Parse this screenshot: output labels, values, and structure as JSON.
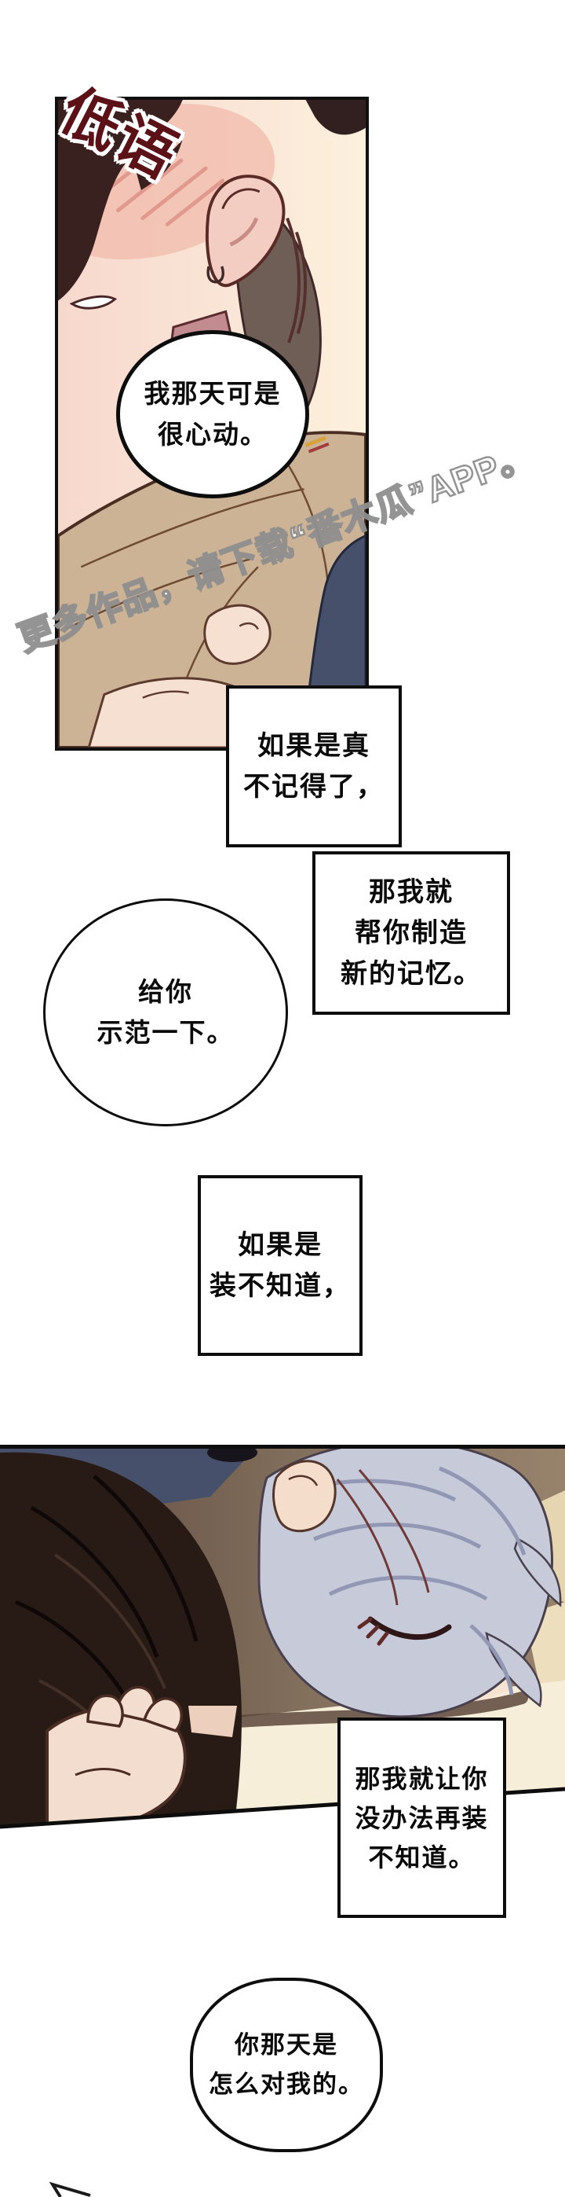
{
  "sticker": {
    "text": "低语"
  },
  "watermark": {
    "text": "更多作品，请下载“番木瓜”APP。"
  },
  "bubble1": {
    "lines": [
      "我那天可是",
      "很心动。"
    ]
  },
  "box_a": {
    "lines": [
      "如果是真",
      "不记得了，"
    ]
  },
  "box_b": {
    "lines": [
      "那我就",
      "帮你制造",
      "新的记忆。"
    ]
  },
  "circle1": {
    "lines": [
      "给你",
      "示范一下。"
    ]
  },
  "box_c": {
    "lines": [
      "如果是",
      "装不知道，"
    ]
  },
  "box_d": {
    "lines": [
      "那我就让你",
      "没办法再装",
      "不知道。"
    ]
  },
  "circle2": {
    "lines": [
      "你那天是",
      "怎么对我的。"
    ]
  },
  "colors": {
    "title_red": "#5c1117",
    "outline_black": "#0d0d0d",
    "watermark_gray": "#8f8f8f",
    "skin_pink": "#f7dcd2",
    "blush_pink": "#f0b7ab",
    "face_cream": "#fbeede",
    "hair_dark_brown": "#38211f",
    "back_hair_gray": "#6f5e55",
    "collar_mauve": "#c18b90",
    "jacket_tan": "#cdb396",
    "navy_cloth": "#47506a",
    "wall_brown": "#8a7463",
    "jacket_black": "#281b16",
    "hair_silver": "#c7cad9",
    "hair_silver_shadow": "#9298b4",
    "lash_red": "#5f2a28",
    "light_cream": "#f7eeda"
  }
}
